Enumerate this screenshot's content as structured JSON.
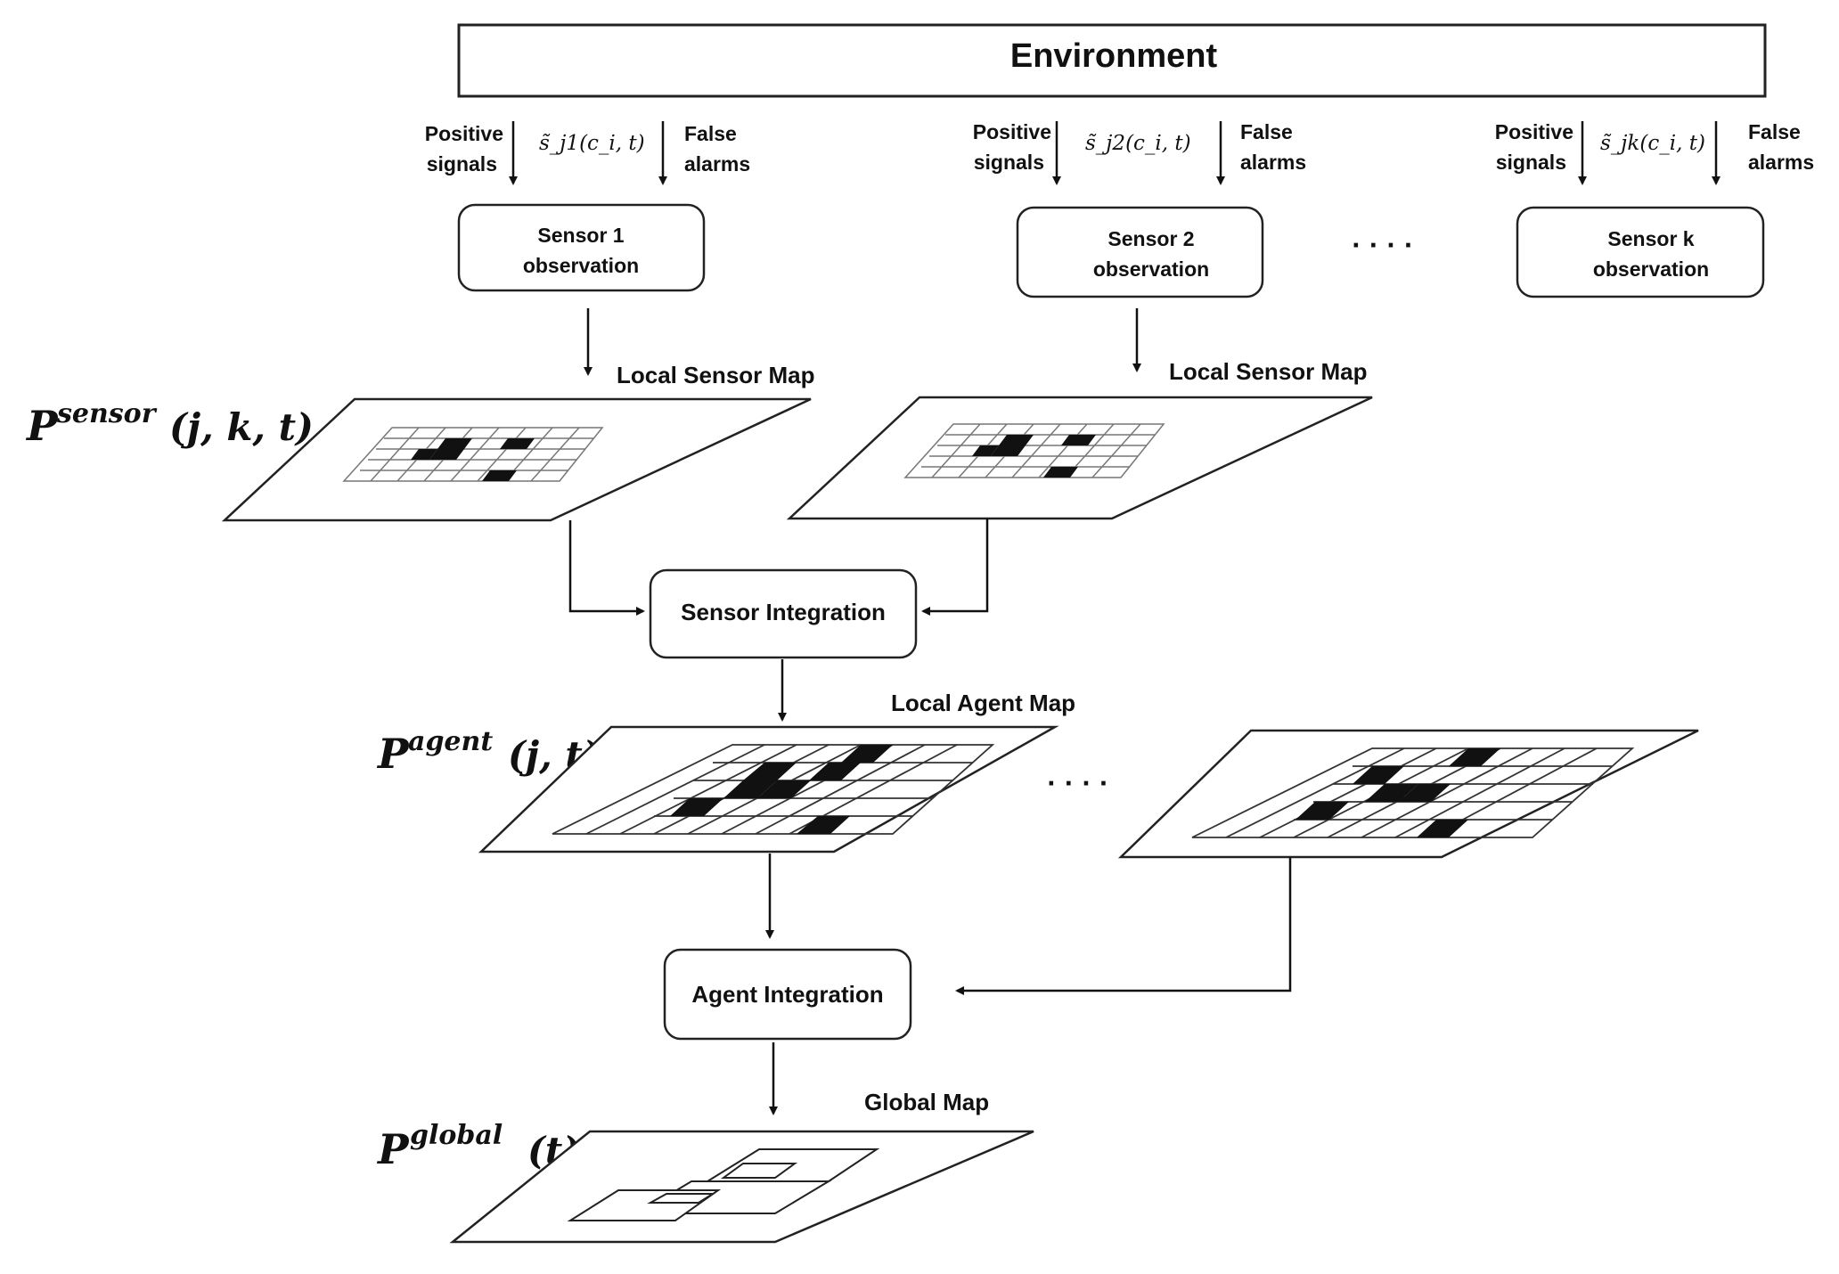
{
  "environment": {
    "label": "Environment"
  },
  "signals": {
    "positive_line1": "Positive",
    "positive_line2": "signals",
    "false_line1": "False",
    "false_line2": "alarms",
    "sensor1_signal": "s̃_j1(c_i, t)",
    "sensor2_signal": "s̃_j2(c_i, t)",
    "sensork_signal": "s̃_jk(c_i, t)"
  },
  "sensors": [
    {
      "line1": "Sensor  1",
      "line2": "observation"
    },
    {
      "line1": "Sensor  2",
      "line2": "observation"
    },
    {
      "line1": "Sensor  k",
      "line2": "observation"
    }
  ],
  "ellipsis": "· · · ·",
  "local_sensor_map": "Local Sensor Map",
  "sensor_integration": "Sensor Integration",
  "local_agent_map": "Local Agent Map",
  "agent_integration": "Agent Integration",
  "global_map": "Global Map",
  "formulas": {
    "p_sensor_base": "P",
    "p_sensor_sup": "sensor",
    "p_sensor_args": "(j, k, t)",
    "p_agent_base": "P",
    "p_agent_sup": "agent",
    "p_agent_args": "(j, t)",
    "p_global_base": "P",
    "p_global_sup": "global",
    "p_global_args": "(t)"
  }
}
